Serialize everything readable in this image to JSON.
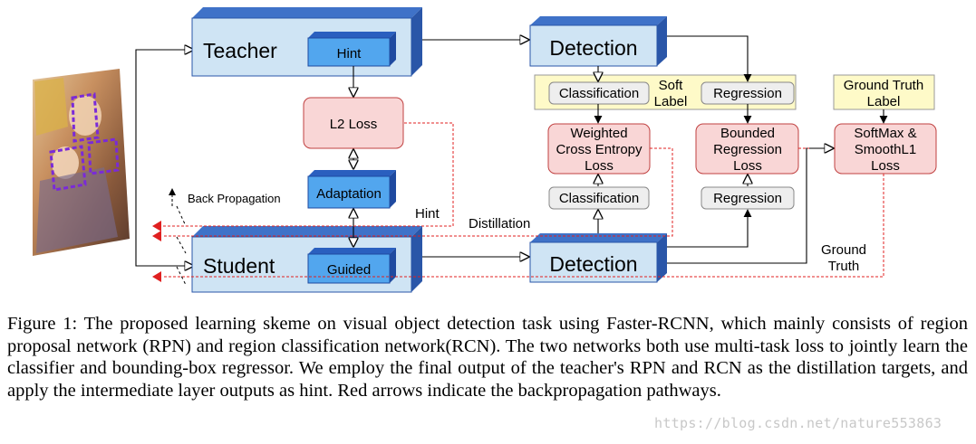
{
  "diagram": {
    "teacher": "Teacher",
    "student": "Student",
    "hint": "Hint",
    "guided": "Guided",
    "l2_loss": "L2 Loss",
    "adaptation": "Adaptation",
    "back_propagation": "Back Propagation",
    "hint_path_label": "Hint",
    "distillation_label": "Distillation",
    "teacher_detection": "Detection",
    "student_detection": "Detection",
    "teacher_classification": "Classification",
    "teacher_regression": "Regression",
    "soft_label": [
      "Soft",
      "Label"
    ],
    "weighted_ce_loss": [
      "Weighted",
      "Cross Entropy",
      "Loss"
    ],
    "bounded_regression_loss": [
      "Bounded",
      "Regression",
      "Loss"
    ],
    "student_classification": "Classification",
    "student_regression": "Regression",
    "ground_truth_label": [
      "Ground Truth",
      "Label"
    ],
    "softmax_loss": [
      "SoftMax &",
      "SmoothL1",
      "Loss"
    ],
    "ground_truth_path": [
      "Ground",
      "Truth"
    ]
  },
  "caption": {
    "figure_label": "Figure 1:",
    "text": "The proposed learning skeme on visual object detection task using Faster-RCNN, which mainly consists of region proposal network (RPN) and region classification network(RCN). The two networks both use multi-task loss to jointly learn the classifier and bounding-box regressor. We employ the final output of the teacher's RPN and RCN as the distillation targets, and apply the intermediate layer outputs as hint. Red arrows indicate the backpropagation pathways."
  },
  "watermark": "https://blog.csdn.net/nature553863",
  "colors": {
    "box_blue_front": "#cfe4f4",
    "box_blue_top": "#3f72c8",
    "box_blue_side": "#2a56a8",
    "inner_blue": "#52a6ee",
    "loss_pink": "#f9d6d6",
    "loss_border": "#c04040",
    "label_yellow": "#fefac8",
    "pill_gray": "#eeeeee",
    "backprop_red": "#e02020"
  },
  "icons": [
    "photo-thumbnail",
    "up-arrow-icon",
    "red-arrowhead-icon"
  ]
}
